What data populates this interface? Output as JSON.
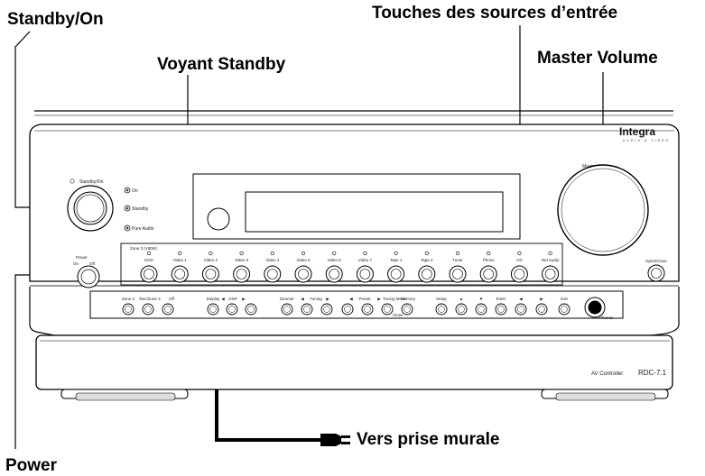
{
  "callouts": {
    "standby_on": "Standby/On",
    "voyant_standby": "Voyant Standby",
    "touches_sources": "Touches des sources d’entrée",
    "master_volume": "Master Volume",
    "vers_prise": "Vers prise murale",
    "power": "Power"
  },
  "panel": {
    "brand": "Integra",
    "brand_sub": "AUDIO & VIDEO",
    "standby_on_label": "Standby/On",
    "led_on": "On",
    "led_standby": "Standby",
    "led_pure_audio": "Pure Audio",
    "zone2_label": "Zone 2 (VIEW)",
    "power_label": "Power",
    "power_on": "On",
    "power_off": "Off",
    "master_volume_label": "Master Volume",
    "open_close": "Open/Close",
    "phones": "Phones",
    "close": "Close",
    "model_prefix": "AV Controller",
    "model": "RDC-7.1"
  },
  "sources": [
    "DVD",
    "Video 1",
    "Video 2",
    "Video 3",
    "Video 4",
    "Video 5",
    "Video 6",
    "Video 7",
    "Tape 1",
    "Tape 2",
    "Tuner",
    "Phono",
    "CD",
    "Net Audio"
  ],
  "lower_buttons": [
    "Zone 2",
    "Rec/Zone 3",
    "Off",
    "Display",
    "◀",
    "DSP",
    "▶",
    "Dimmer",
    "◀",
    "Tuning",
    "▶",
    "◀",
    "Preset",
    "▶",
    "Tuning Mode",
    "Memory",
    "Setup",
    "▲",
    "▼",
    "Enter",
    "◀",
    "▶",
    "Exit"
  ],
  "colors": {
    "ink": "#000000",
    "panel": "#ffffff",
    "shade": "#e6e6e6"
  }
}
